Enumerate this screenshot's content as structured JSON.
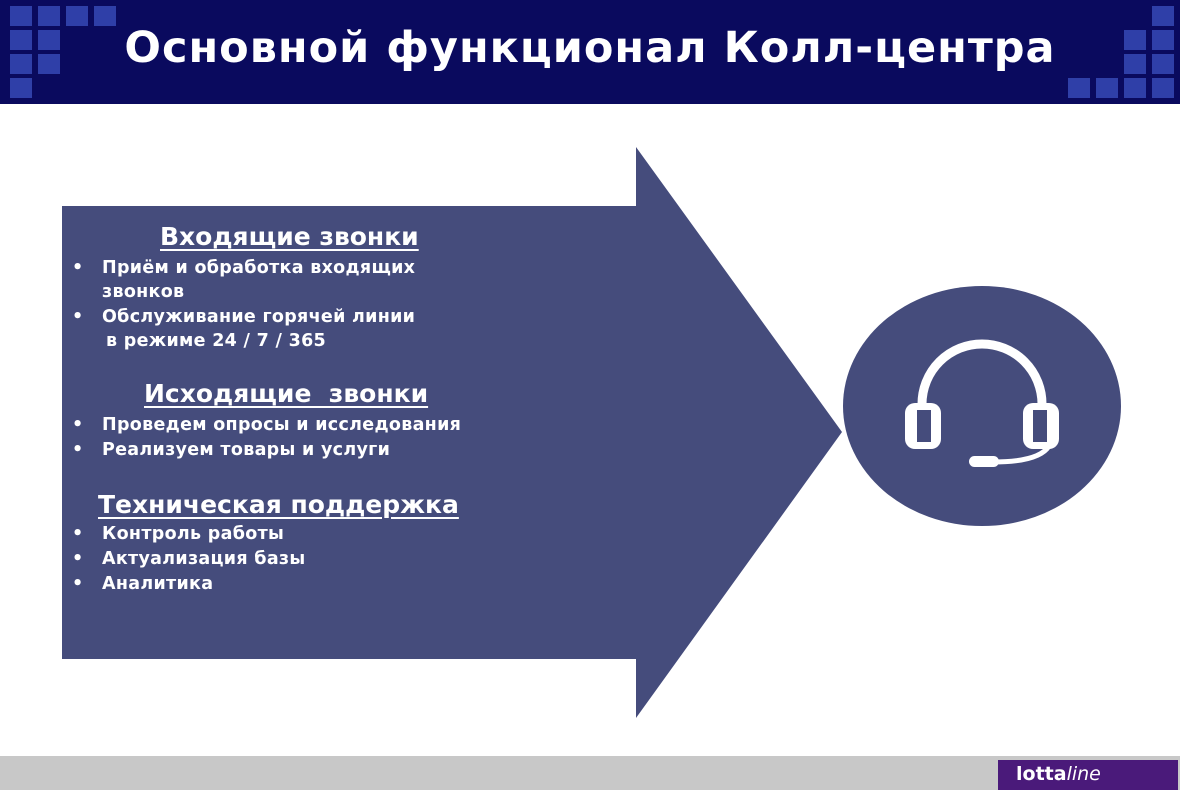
{
  "header": {
    "title": "Основной функционал Колл-центра"
  },
  "sections": [
    {
      "title": "Входящие звонки",
      "items": [
        "Приём и обработка входящих",
        "звонков",
        "Обслуживание горячей линии",
        "в режиме 24 / 7 / 365"
      ]
    },
    {
      "title": "Исходящие  звонки",
      "items": [
        "Проведем опросы и исследования",
        "Реализуем товары и услуги"
      ]
    },
    {
      "title": "Техническая поддержка",
      "items": [
        "Контроль работы",
        "Актуализация базы",
        "Аналитика"
      ]
    }
  ],
  "bullet_char": "•",
  "logo": {
    "bold": "lotta",
    "light": "line"
  },
  "icons": {
    "headset": "headset-icon"
  },
  "colors": {
    "header": "#0a0a5e",
    "arrow": "#454c7c",
    "accent_squares": "#2f3fa8",
    "logo_bg": "#4a1a7a",
    "footer": "#c8c8c8"
  }
}
